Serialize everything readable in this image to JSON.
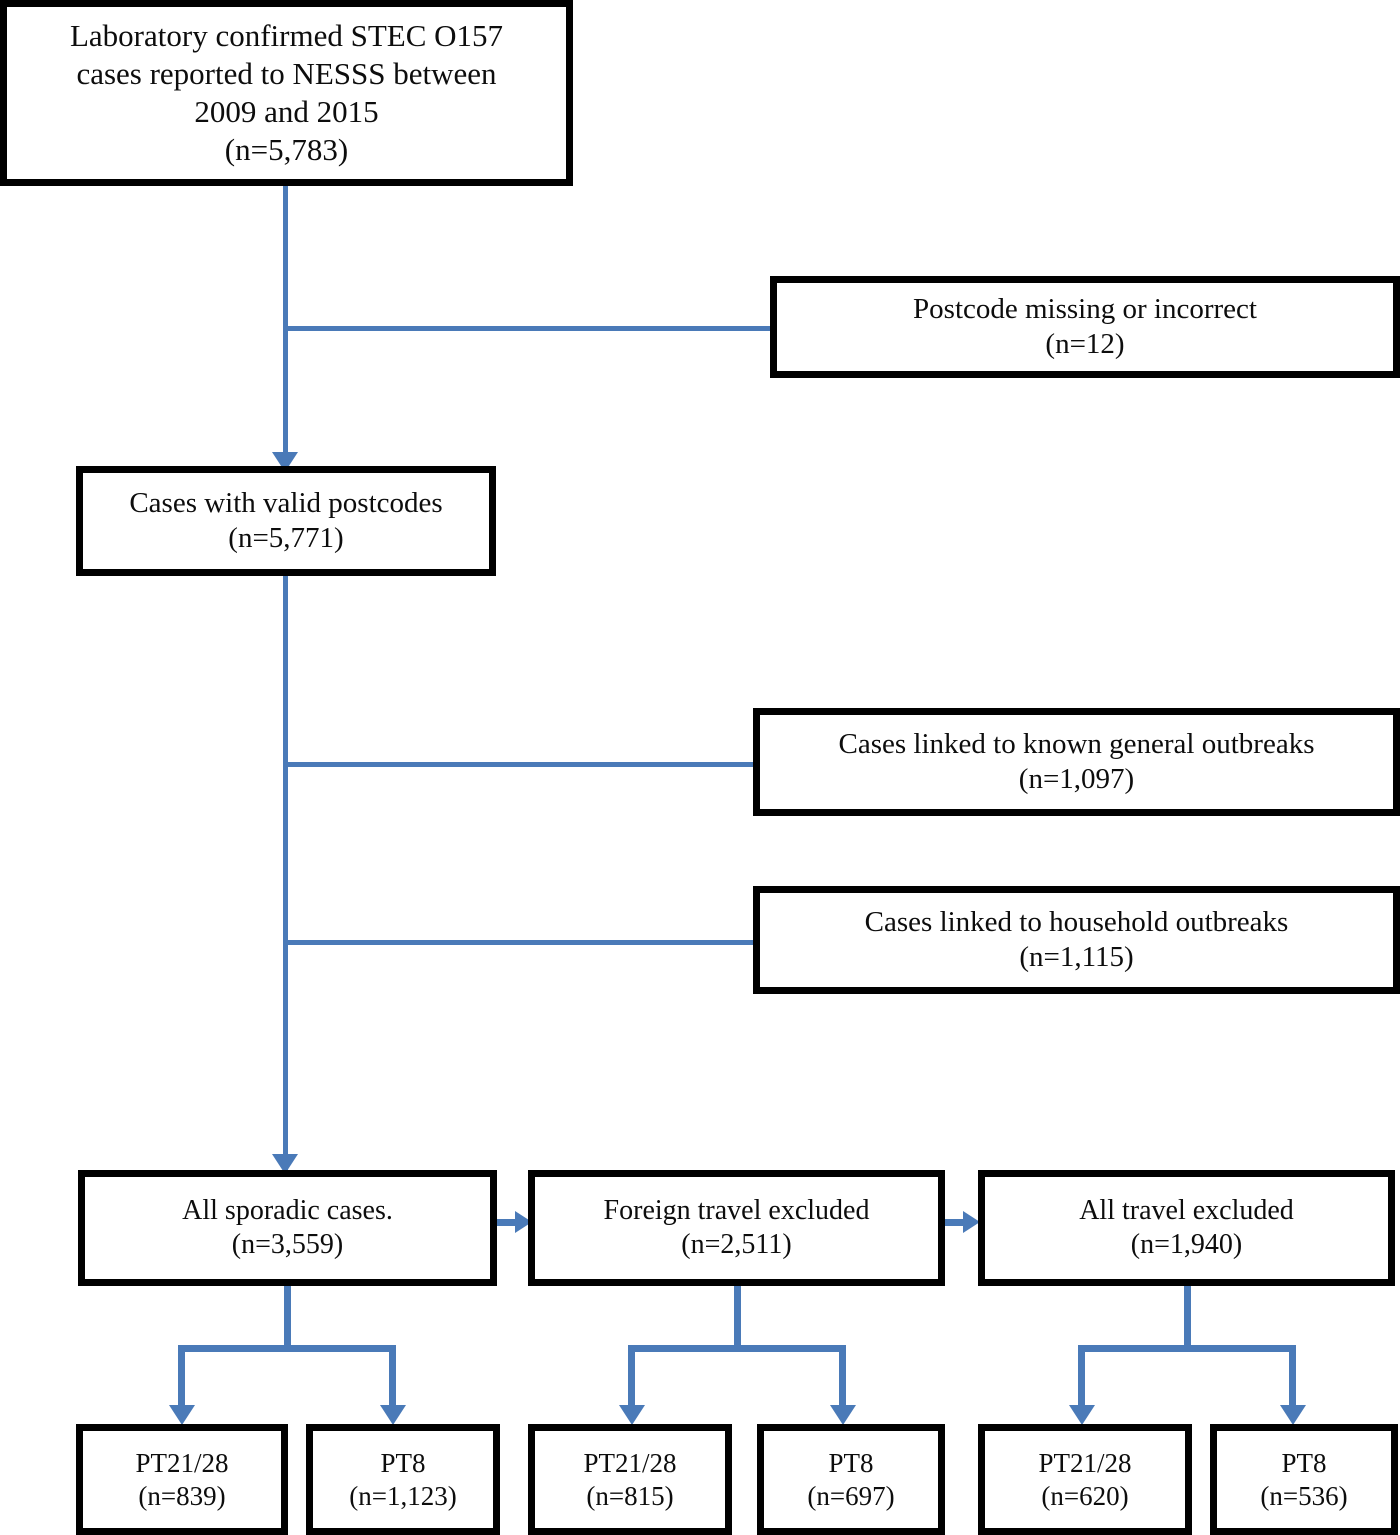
{
  "figure": {
    "type": "flowchart",
    "accent_color": "#4a7ab8",
    "box_border_color": "#000000",
    "background": "#ffffff"
  },
  "nodes": {
    "top": {
      "lines": [
        "Laboratory confirmed STEC O157",
        "cases reported to NESSS between",
        "2009 and 2015",
        "(n=5,783)"
      ]
    },
    "postcode_excluded": {
      "lines": [
        "Postcode missing or incorrect",
        "(n=12)"
      ]
    },
    "valid_postcodes": {
      "lines": [
        "Cases with valid postcodes",
        "(n=5,771)"
      ]
    },
    "general_outbreaks": {
      "lines": [
        "Cases linked to known general outbreaks",
        "(n=1,097)"
      ]
    },
    "household_outbreaks": {
      "lines": [
        "Cases linked to household outbreaks",
        "(n=1,115)"
      ]
    },
    "sporadic": {
      "lines": [
        "All sporadic cases.",
        "(n=3,559)"
      ]
    },
    "foreign_travel_excluded": {
      "lines": [
        "Foreign travel excluded",
        "(n=2,511)"
      ]
    },
    "all_travel_excluded": {
      "lines": [
        "All travel excluded",
        "(n=1,940)"
      ]
    },
    "leaves": [
      {
        "lines": [
          "PT21/28",
          "(n=839)"
        ]
      },
      {
        "lines": [
          "PT8",
          "(n=1,123)"
        ]
      },
      {
        "lines": [
          "PT21/28",
          "(n=815)"
        ]
      },
      {
        "lines": [
          "PT8",
          "(n=697)"
        ]
      },
      {
        "lines": [
          "PT21/28",
          "(n=620)"
        ]
      },
      {
        "lines": [
          "PT8",
          "(n=536)"
        ]
      }
    ]
  }
}
